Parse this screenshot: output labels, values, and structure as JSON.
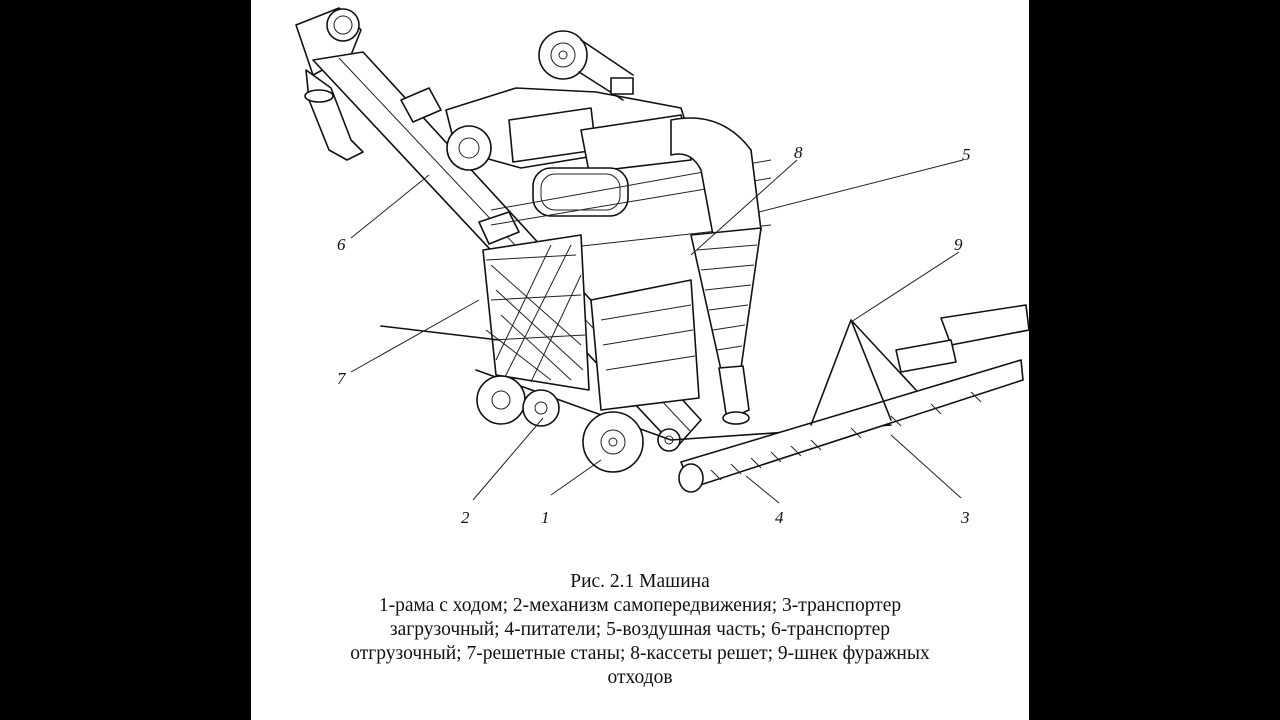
{
  "figure": {
    "callouts": [
      "1",
      "2",
      "3",
      "4",
      "5",
      "6",
      "7",
      "8",
      "9"
    ],
    "caption_title": "Рис. 2.1 Машина",
    "caption_lines": [
      "1-рама с ходом; 2-механизм самопередвижения; 3-транспортер",
      "загрузочный; 4-питатели; 5-воздушная часть; 6-транспортер",
      "отгрузочный; 7-решетные станы; 8-кассеты решет; 9-шнек фуражных",
      "отходов"
    ]
  }
}
